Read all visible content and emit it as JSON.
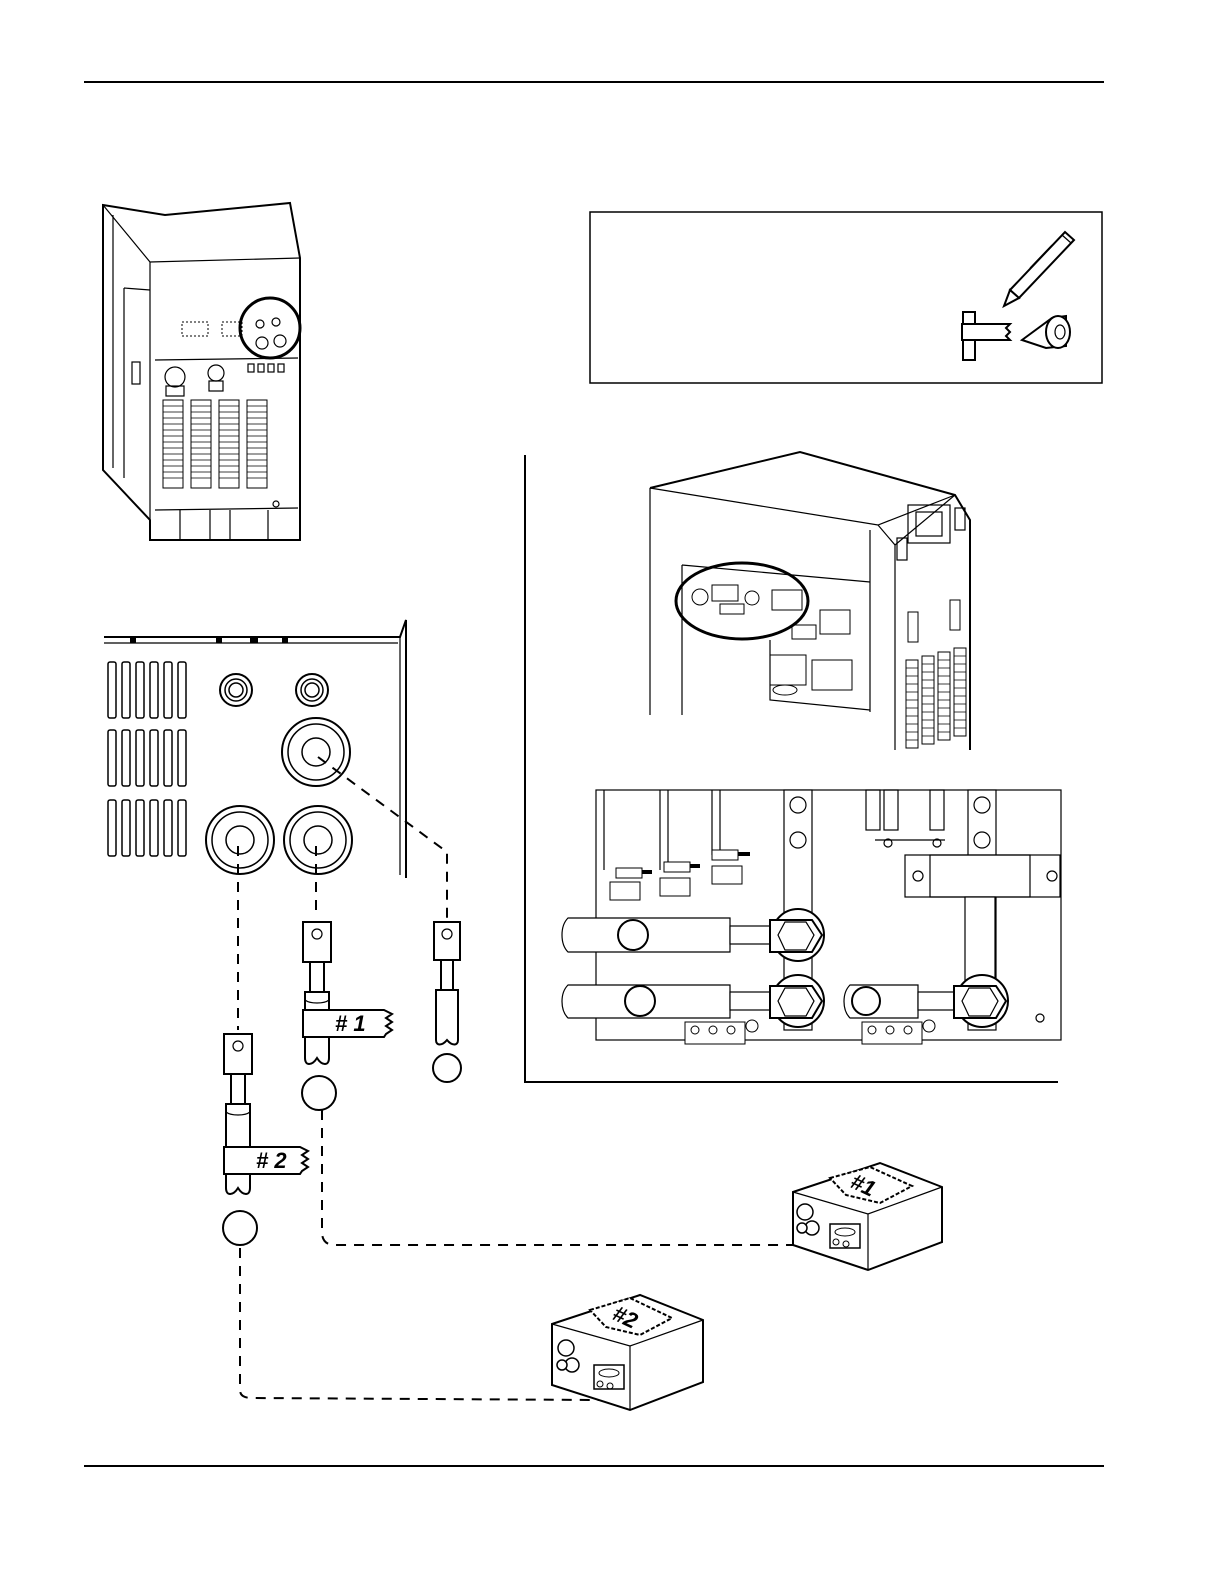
{
  "labels": {
    "lead_1": "# 1",
    "lead_2": "# 2",
    "box_1": "#1",
    "box_2": "#2"
  },
  "colors": {
    "ink": "#000000",
    "paper": "#ffffff"
  },
  "icons": [
    "pen-icon",
    "tape-roll-icon",
    "tagged-wire-icon"
  ]
}
